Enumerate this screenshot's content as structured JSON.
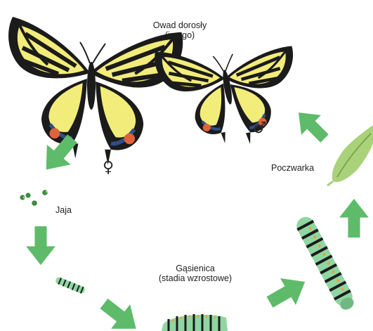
{
  "labels": {
    "adult_line1": "Owad dorosły",
    "adult_line2": "(imago)",
    "pupa": "Poczwarka",
    "eggs": "Jaja",
    "caterpillar_line1": "Gąsienica",
    "caterpillar_line2": "(stadia wzrostowe)",
    "female_symbol": "♀",
    "male_symbol": "♂"
  },
  "colors": {
    "arrow": "#5dbb6a",
    "wing_yellow": "#f2ec7a",
    "wing_black": "#1b1b1b",
    "wing_blue": "#2f4f8a",
    "wing_red": "#e0623a",
    "pupa_green": "#a9d27a",
    "caterpillar_green": "#8fd6a2",
    "egg_green": "#3e8a3e"
  },
  "stages": [
    "adult",
    "eggs",
    "caterpillar",
    "pupa"
  ]
}
